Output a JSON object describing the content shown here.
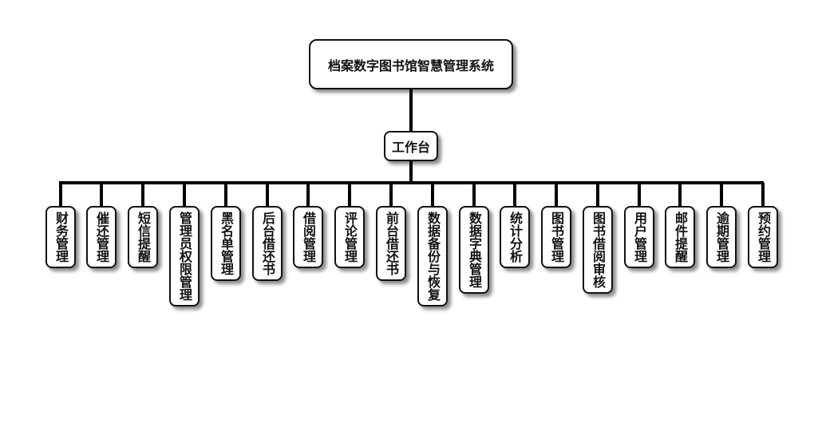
{
  "diagram": {
    "root": {
      "label": "档案数字图书馆智慧管理系统"
    },
    "level1": {
      "label": "工作台"
    },
    "modules": [
      {
        "label": "财务管理"
      },
      {
        "label": "催还管理"
      },
      {
        "label": "短信提醒"
      },
      {
        "label": "管理员权限管理"
      },
      {
        "label": "黑名单管理"
      },
      {
        "label": "后台借还书"
      },
      {
        "label": "借阅管理"
      },
      {
        "label": "评论管理"
      },
      {
        "label": "前台借还书"
      },
      {
        "label": "数据备份与恢复"
      },
      {
        "label": "数据字典管理"
      },
      {
        "label": "统计分析"
      },
      {
        "label": "图书管理"
      },
      {
        "label": "图书借阅审核"
      },
      {
        "label": "用户管理"
      },
      {
        "label": "邮件提醒"
      },
      {
        "label": "逾期管理"
      },
      {
        "label": "预约管理"
      }
    ],
    "colors": {
      "line": "#000000",
      "border": "#111111",
      "background": "#ffffff"
    }
  }
}
